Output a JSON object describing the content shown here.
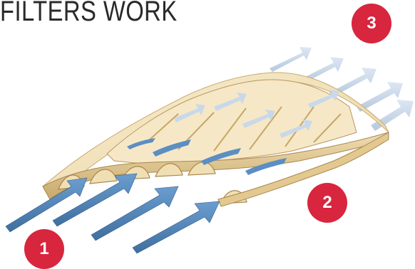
{
  "title": "FILTERS WORK",
  "badges": [
    {
      "label": "1"
    },
    {
      "label": "2"
    },
    {
      "label": "3"
    }
  ],
  "colors": {
    "badge": "#d7263d",
    "dirty_air_arrow": "#5b8ec3",
    "dirty_air_arrow_shade": "#3f6f9f",
    "clean_air_arrow": "#c9d8ea",
    "clean_air_arrow_shade": "#aabfd6",
    "filter_media": "#f3e3bf",
    "filter_media_shade": "#d9c089",
    "filter_media_dark": "#a8874f",
    "title_text": "#2a2a2a"
  },
  "icons": [
    "incoming-air-arrow",
    "filtered-air-arrow",
    "pleated-filter-media"
  ]
}
